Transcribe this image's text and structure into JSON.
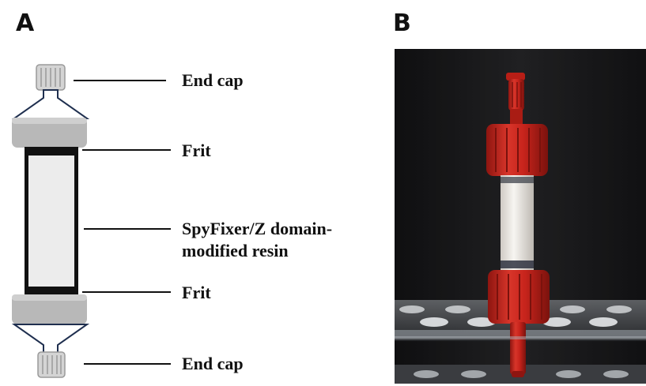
{
  "panels": {
    "a_label": "A",
    "b_label": "B"
  },
  "labels": {
    "end_cap_top": "End cap",
    "frit_top": "Frit",
    "resin_line1": "SpyFixer/Z domain-",
    "resin_line2": "modified resin",
    "frit_bottom": "Frit",
    "end_cap_bottom": "End cap"
  },
  "colors": {
    "column_gray": "#b8b8b8",
    "column_outline": "#1f2f4f",
    "frit_black": "#111111",
    "resin_fill": "#ececec",
    "photo_background": "#1b1b1d",
    "cap_red": "#c8241c",
    "resin_white": "#f2f0ec"
  }
}
